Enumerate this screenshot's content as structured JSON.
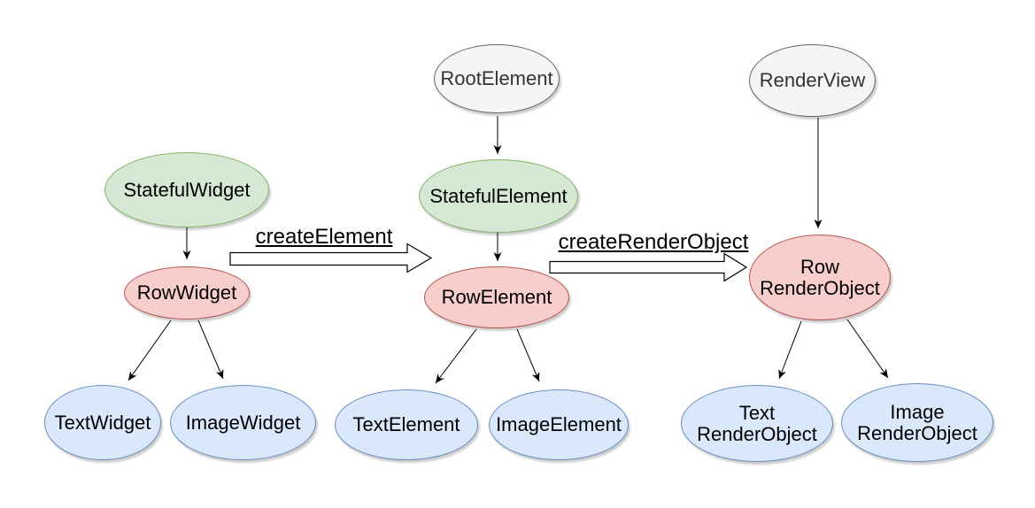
{
  "palette": {
    "background": "#ffffff",
    "green_fill": "#d5e8d4",
    "green_stroke": "#82b366",
    "red_fill": "#f8cecc",
    "red_stroke": "#b85450",
    "blue_fill": "#dae8fc",
    "blue_stroke": "#6c8ebf",
    "gray_fill": "#f5f5f5",
    "gray_stroke": "#666666",
    "arrow_color": "#000000"
  },
  "transitions": {
    "create_element": {
      "label": "createElement"
    },
    "create_render_object": {
      "label": "createRenderObject"
    }
  },
  "trees": {
    "widgets": {
      "root": {
        "label": "StatefulWidget"
      },
      "row": {
        "label": "RowWidget"
      },
      "text": {
        "label": "TextWidget"
      },
      "image": {
        "label": "ImageWidget"
      }
    },
    "elements": {
      "root": {
        "label": "RootElement"
      },
      "stateful": {
        "label": "StatefulElement"
      },
      "row": {
        "label": "RowElement"
      },
      "text": {
        "label": "TextElement"
      },
      "image": {
        "label": "ImageElement"
      }
    },
    "render_objects": {
      "root": {
        "label": "RenderView"
      },
      "row": {
        "label": "Row\nRenderObject"
      },
      "text": {
        "label": "Text\nRenderObject"
      },
      "image": {
        "label": "Image\nRenderObject"
      }
    }
  }
}
